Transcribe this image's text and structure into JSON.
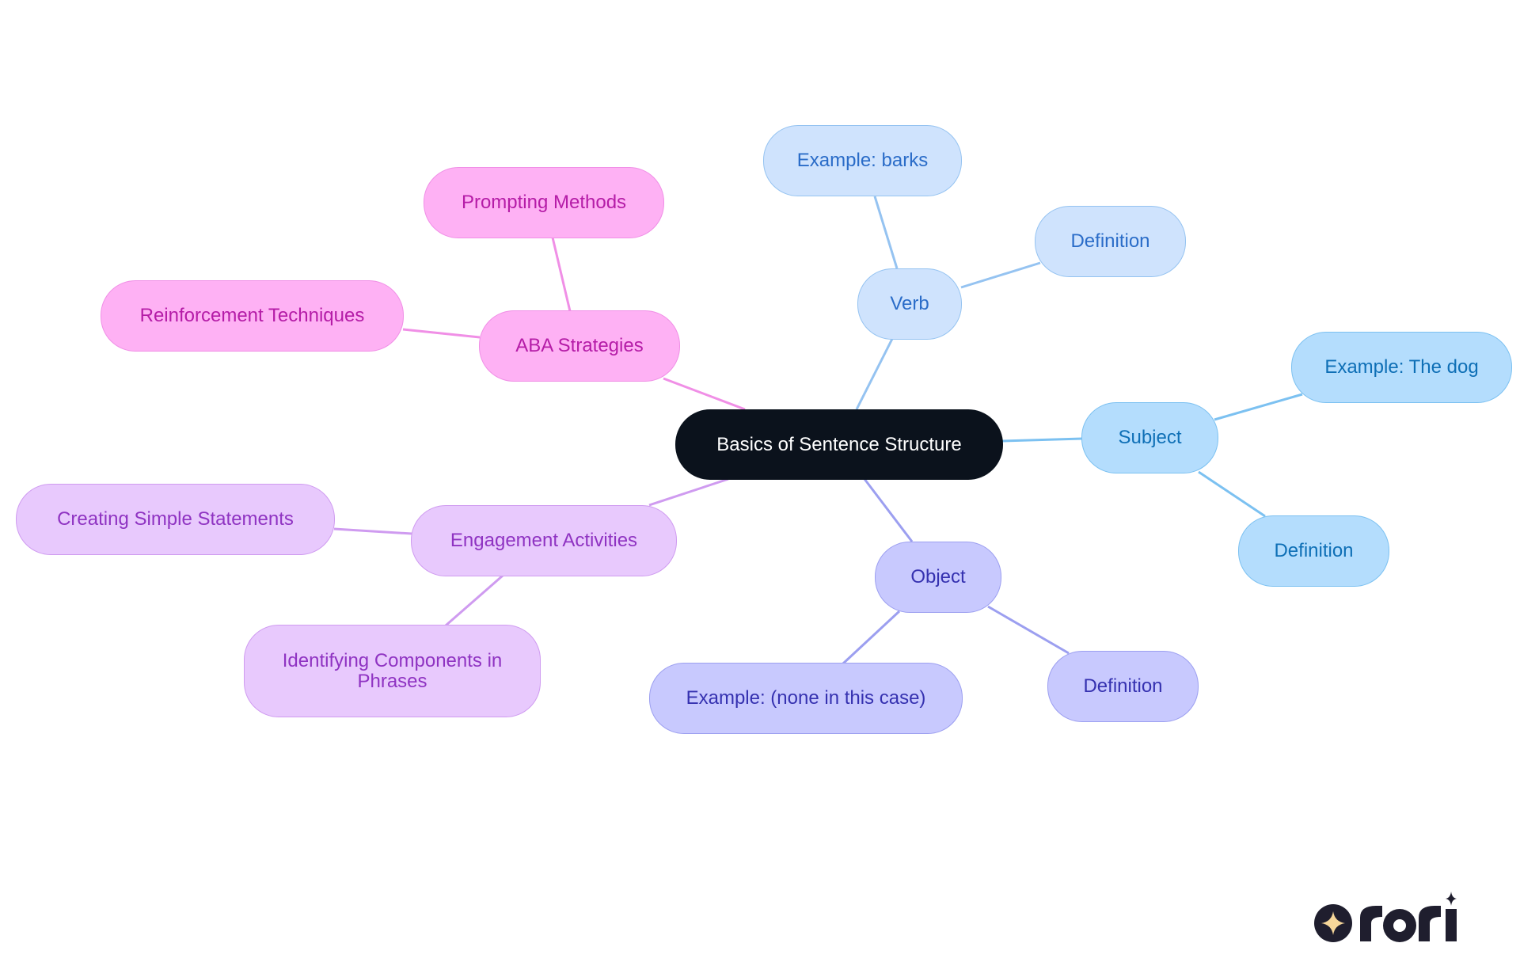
{
  "diagram": {
    "type": "mind-map",
    "root": {
      "id": "root",
      "label": "Basics of Sentence Structure"
    },
    "branches": [
      {
        "id": "verb",
        "label": "Verb",
        "color": "#95c3f1",
        "children": [
          {
            "id": "verb-example",
            "label": "Example: barks"
          },
          {
            "id": "verb-definition",
            "label": "Definition"
          }
        ]
      },
      {
        "id": "subject",
        "label": "Subject",
        "color": "#7cc1f1",
        "children": [
          {
            "id": "subject-example",
            "label": "Example: The dog"
          },
          {
            "id": "subject-definition",
            "label": "Definition"
          }
        ]
      },
      {
        "id": "object",
        "label": "Object",
        "color": "#9c9ff0",
        "children": [
          {
            "id": "object-example",
            "label": "Example: (none in this case)"
          },
          {
            "id": "object-definition",
            "label": "Definition"
          }
        ]
      },
      {
        "id": "aba",
        "label": "ABA Strategies",
        "color": "#f08fe6",
        "children": [
          {
            "id": "aba-prompting",
            "label": "Prompting Methods"
          },
          {
            "id": "aba-reinforcement",
            "label": "Reinforcement Techniques"
          }
        ]
      },
      {
        "id": "engagement",
        "label": "Engagement Activities",
        "color": "#cf9bf0",
        "children": [
          {
            "id": "engagement-statements",
            "label": "Creating Simple Statements"
          },
          {
            "id": "engagement-identifying",
            "label": "Identifying Components in Phrases"
          }
        ]
      }
    ]
  },
  "brand": {
    "logo_text": "rori",
    "logo_icon": "sparkle-icon"
  },
  "colors": {
    "root_fill": "#0b121c",
    "logo_dark": "#1f1e2e",
    "logo_sparkle": "#f6d79a"
  }
}
